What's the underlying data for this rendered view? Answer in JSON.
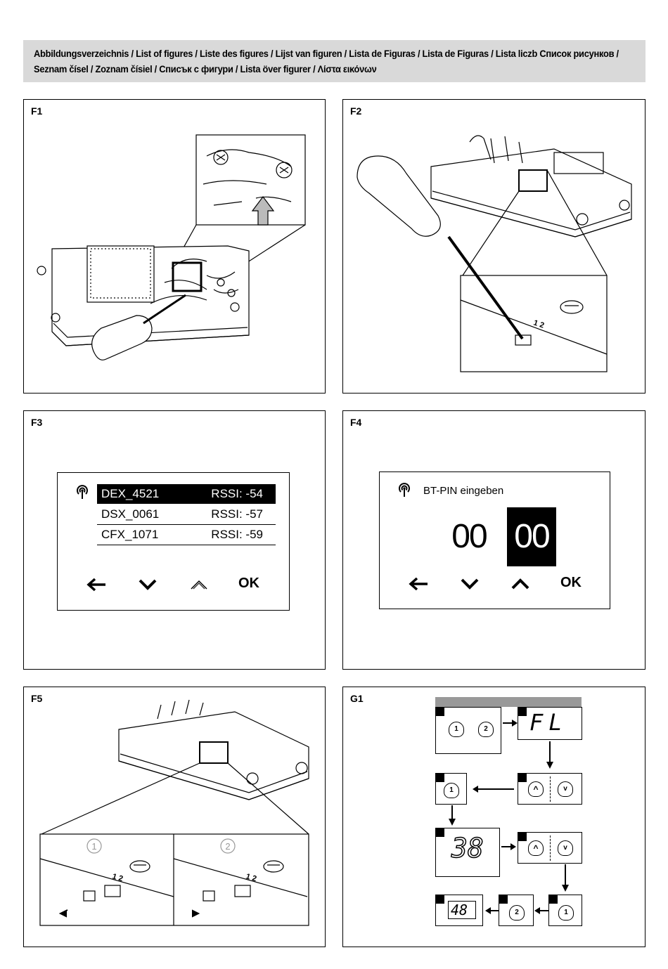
{
  "header": {
    "title": "Abbildungsverzeichnis / List of figures / Liste des figures / Lijst van figuren / Lista de Figuras / Lista de Figuras / Lista liczb Список рисунков / Seznam čísel / Zoznam čísiel / Списък с фигури  / Lista över figurer / Λίστα εικόνων"
  },
  "panels": {
    "f1": "F1",
    "f2": "F2",
    "f3": "F3",
    "f4": "F4",
    "f5": "F5",
    "g1": "G1"
  },
  "f2_pins": "1 2",
  "f3": {
    "devices": [
      {
        "name": "DEX_4521",
        "rssi": "RSSI: -54",
        "selected": true
      },
      {
        "name": "DSX_0061",
        "rssi": "RSSI: -57",
        "selected": false
      },
      {
        "name": "CFX_1071",
        "rssi": "RSSI: -59",
        "selected": false
      }
    ],
    "ok": "OK",
    "icons": [
      "signal-icon",
      "arrow-left-icon",
      "chevron-down-icon",
      "chevron-up-icon"
    ]
  },
  "f4": {
    "title": "BT-PIN eingeben",
    "digit_1": "00",
    "digit_2": "00",
    "ok": "OK"
  },
  "f5": {
    "step_1": "1",
    "step_2": "2",
    "pins": "1 2"
  },
  "g1": {
    "key_1": "1",
    "key_2": "2",
    "display_fl": "FL",
    "display_38": "38",
    "display_48": "48"
  }
}
